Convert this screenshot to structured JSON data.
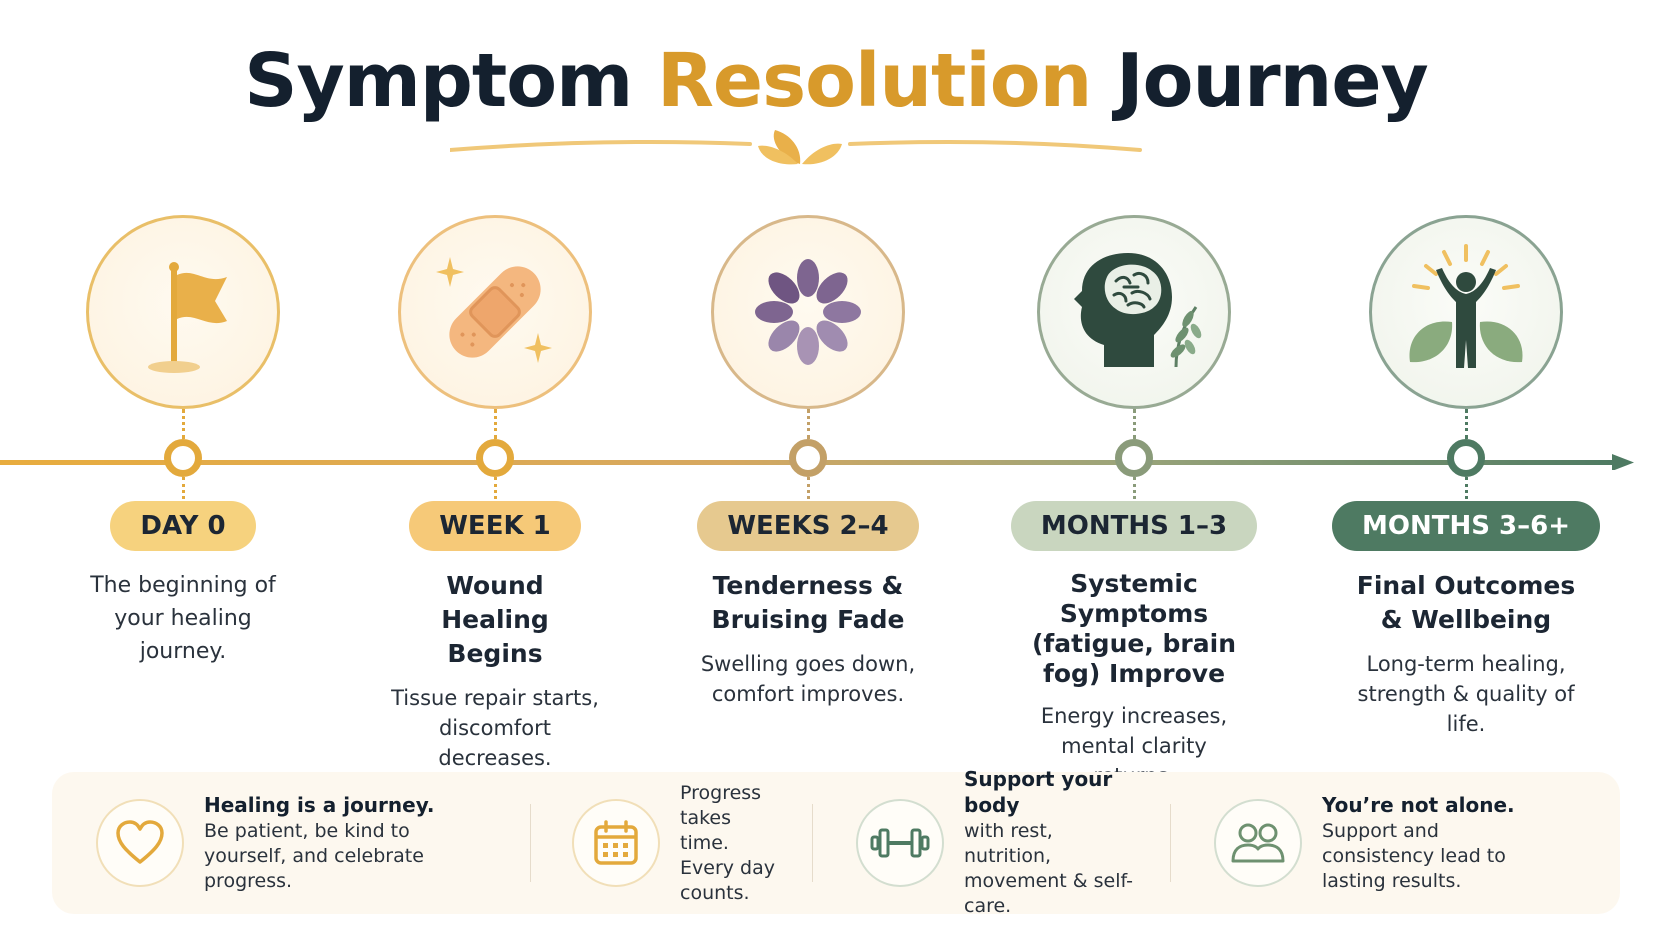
{
  "title": {
    "part1": "Symptom",
    "part2": "Resolution",
    "part3": "Journey"
  },
  "colors": {
    "gold": "#d89a2b",
    "navy": "#14202e",
    "green": "#4e7a62"
  },
  "stages": [
    {
      "label": "DAY 0",
      "title": "",
      "desc": "The beginning of your healing journey.",
      "icon": "flag-icon",
      "pill_bg": "#f6d27e",
      "pill_fg": "#1c2633",
      "ring": "#e9bf68",
      "node": "#e3a93c"
    },
    {
      "label": "WEEK 1",
      "title": "Wound Healing Begins",
      "desc": "Tissue repair starts, discomfort decreases.",
      "icon": "bandage-icon",
      "pill_bg": "#f6c978",
      "pill_fg": "#1c2633",
      "ring": "#edc07d",
      "node": "#e3a93c"
    },
    {
      "label": "WEEKS 2–4",
      "title": "Tenderness & Bruising Fade",
      "desc": "Swelling goes down, comfort improves.",
      "icon": "bruise-flower-icon",
      "pill_bg": "#e6c98f",
      "pill_fg": "#1c2633",
      "ring": "#d8b88a",
      "node": "#c3a067"
    },
    {
      "label": "MONTHS 1–3",
      "title": "Systemic Symptoms (fatigue, brain fog) Improve",
      "desc": "Energy increases, mental clarity returns.",
      "icon": "brain-head-icon",
      "pill_bg": "#c9d6bf",
      "pill_fg": "#1c2633",
      "ring": "#98aa94",
      "node": "#8a9b7a"
    },
    {
      "label": "MONTHS 3–6+",
      "title": "Final Outcomes & Wellbeing",
      "desc": "Long-term healing, strength & quality of life.",
      "icon": "thriving-person-icon",
      "pill_bg": "#4e7a62",
      "pill_fg": "#ffffff",
      "ring": "#8aa392",
      "node": "#4e7a62"
    }
  ],
  "tips": [
    {
      "heading": "Healing is a journey.",
      "body": "Be patient, be kind to yourself, and celebrate progress.",
      "icon": "heart-icon"
    },
    {
      "heading": "",
      "body": "Progress takes time. Every day counts.",
      "icon": "calendar-icon"
    },
    {
      "heading": "Support your body",
      "body": "with rest, nutrition, movement & self-care.",
      "icon": "dumbbell-icon"
    },
    {
      "heading": "You’re not alone.",
      "body": "Support and consistency lead to lasting results.",
      "icon": "people-icon"
    }
  ]
}
